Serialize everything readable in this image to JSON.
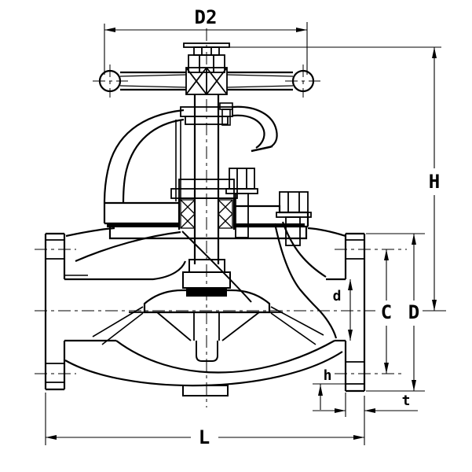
{
  "drawing": {
    "kind": "flanged globe valve cross-section dimension drawing",
    "background_color": "#ffffff",
    "line_color": "#000000",
    "labels": {
      "handwheel_diameter": "D2",
      "height": "H",
      "bolt_circle": "C",
      "flange_diameter": "D",
      "bore": "d",
      "bolt_hole": "h",
      "flange_thickness": "t",
      "face_to_face": "L"
    }
  }
}
